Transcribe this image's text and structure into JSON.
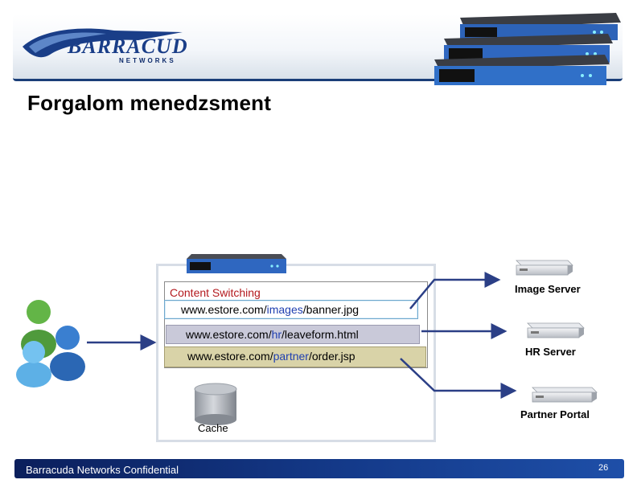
{
  "header": {
    "logo_text": "BARRACUDA",
    "logo_subtext": "NETWORKS"
  },
  "slide": {
    "title": "Forgalom menedzsment"
  },
  "diagram": {
    "content_switching_label": "Content Switching",
    "urls": [
      {
        "prefix": "www.estore.com/",
        "highlight": "images",
        "suffix": "/banner.jpg"
      },
      {
        "prefix": "www.estore.com/",
        "highlight": "hr",
        "suffix": "/leaveform.html"
      },
      {
        "prefix": "www.estore.com/",
        "highlight": "partner",
        "suffix": "/order.jsp"
      }
    ],
    "cache_label": "Cache",
    "servers": [
      {
        "label": "Image Server"
      },
      {
        "label": "HR Server"
      },
      {
        "label": "Partner Portal"
      }
    ],
    "colors": {
      "arrow": "#2b3f86",
      "highlight": "#1f3fb0",
      "content_switching": "#b3191e"
    }
  },
  "footer": {
    "text": "Barracuda Networks Confidential",
    "page_number": "26"
  }
}
